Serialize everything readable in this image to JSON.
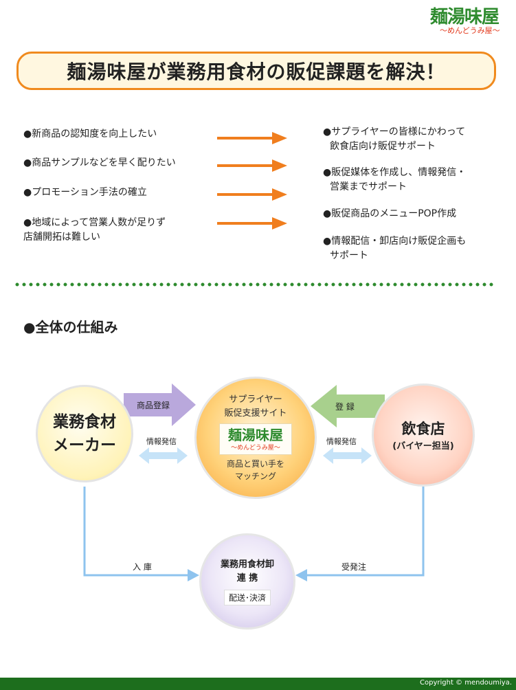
{
  "logo": {
    "main": "麺湯味屋",
    "sub": "〜めんどうみ屋〜"
  },
  "title": "麺湯味屋が業務用食材の販促課題を解決！",
  "issues": [
    {
      "lines": [
        "●新商品の認知度を向上したい"
      ]
    },
    {
      "lines": [
        "●商品サンプルなどを早く配りたい"
      ]
    },
    {
      "lines": [
        "●プロモーション手法の確立"
      ]
    },
    {
      "lines": [
        "●地域によって営業人数が足りず",
        "店舗開拓は難しい"
      ]
    }
  ],
  "solutions": [
    {
      "lines": [
        "●サプライヤーの皆様にかわって",
        "飲食店向け販促サポート"
      ]
    },
    {
      "lines": [
        "●販促媒体を作成し、情報発信・",
        "営業までサポート"
      ]
    },
    {
      "lines": [
        "●販促商品のメニューPOP作成"
      ]
    },
    {
      "lines": [
        "●情報配信・卸店向け販促企画も",
        "サポート"
      ]
    }
  ],
  "section_title": "●全体の仕組み",
  "diagram": {
    "maker": {
      "line1": "業務食材",
      "line2": "メーカー"
    },
    "center": {
      "top1": "サプライヤー",
      "top2": "販促支援サイト",
      "logo_main": "麺湯味屋",
      "logo_sub": "〜めんどうみ屋〜",
      "bottom1": "商品と買い手を",
      "bottom2": "マッチング"
    },
    "shop": {
      "label": "飲食店",
      "sub": "(バイヤー担当)"
    },
    "wholesale": {
      "line1": "業務用食材卸",
      "line2": "連 携",
      "box": "配送･決済"
    },
    "arrows": {
      "product_registration": "商品登録",
      "registration": "登 録",
      "info_left": "情報発信",
      "info_right": "情報発信",
      "stock_in": "入 庫",
      "order": "受発注"
    },
    "colors": {
      "purple_arrow": "#b9a8dc",
      "green_arrow": "#a8d08d",
      "blue_arrow": "#a9d2f3",
      "line_blue": "#8ec3ee",
      "orange_arrow": "#f07e1e"
    }
  },
  "footer": {
    "copyright": "Copyright © mendoumiya."
  }
}
